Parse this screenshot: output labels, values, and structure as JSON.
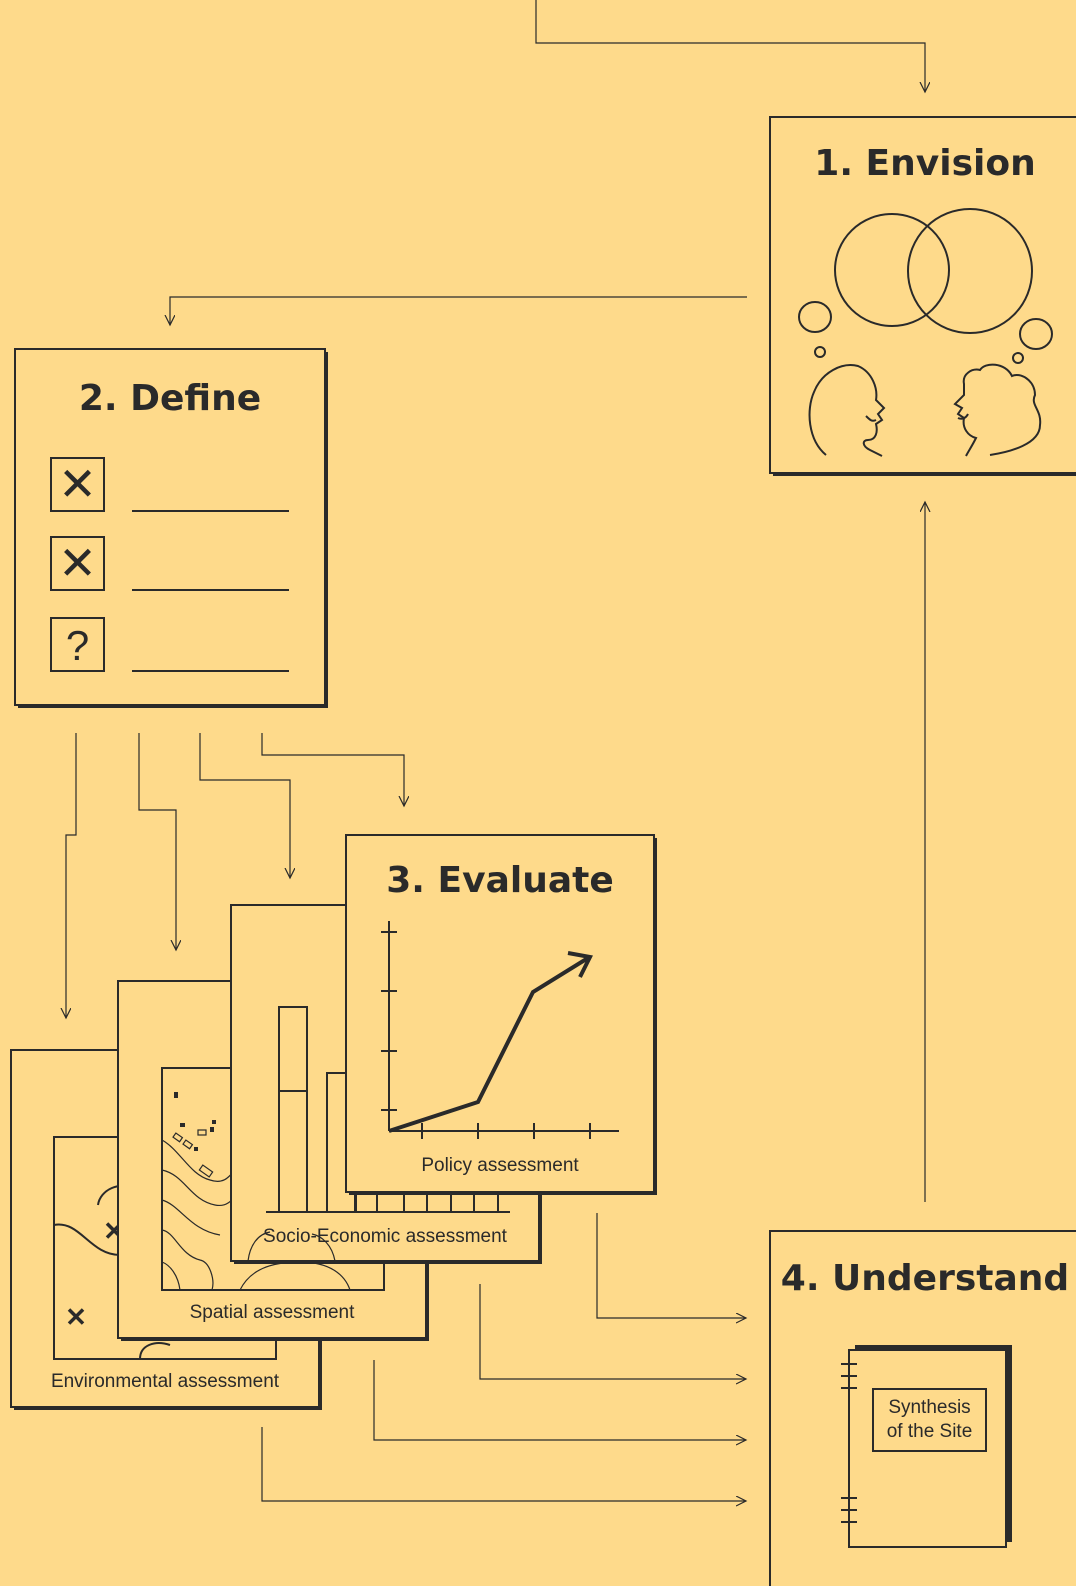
{
  "steps": {
    "envision": {
      "title": "1. Envision"
    },
    "define": {
      "title": "2. Define"
    },
    "evaluate": {
      "title": "3. Evaluate"
    },
    "understand": {
      "title": "4. Understand"
    }
  },
  "define_checklist": {
    "item_symbols": [
      "✕",
      "✕",
      "?"
    ]
  },
  "assessments": {
    "policy": "Policy assessment",
    "socio_economic": "Socio-Economic assessment",
    "spatial": "Spatial assessment",
    "environmental": "Environmental assessment"
  },
  "synthesis": {
    "line1": "Synthesis",
    "line2": "of the Site"
  },
  "colors": {
    "background": "#FEDA8B",
    "ink": "#2a2a2a"
  }
}
